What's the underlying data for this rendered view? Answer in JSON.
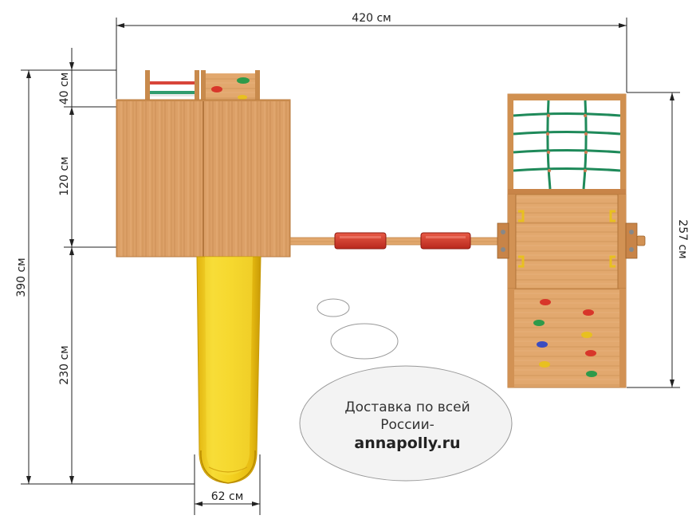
{
  "dimensions": {
    "width_total": "420 см",
    "height_total": "390 см",
    "roof_height": "40 см",
    "platform_height": "120 см",
    "slide_length": "230 см",
    "slide_width": "62 см",
    "tower_length": "257 см"
  },
  "promo": {
    "line1": "Доставка по всей",
    "line2": "России-",
    "site": "annapolly.ru"
  },
  "colors": {
    "wood": "#d89a5c",
    "wood_dark": "#b87a3c",
    "slide": "#f2d22a",
    "swing_seat": "#d83a2a",
    "net": "#1f8a5a"
  }
}
